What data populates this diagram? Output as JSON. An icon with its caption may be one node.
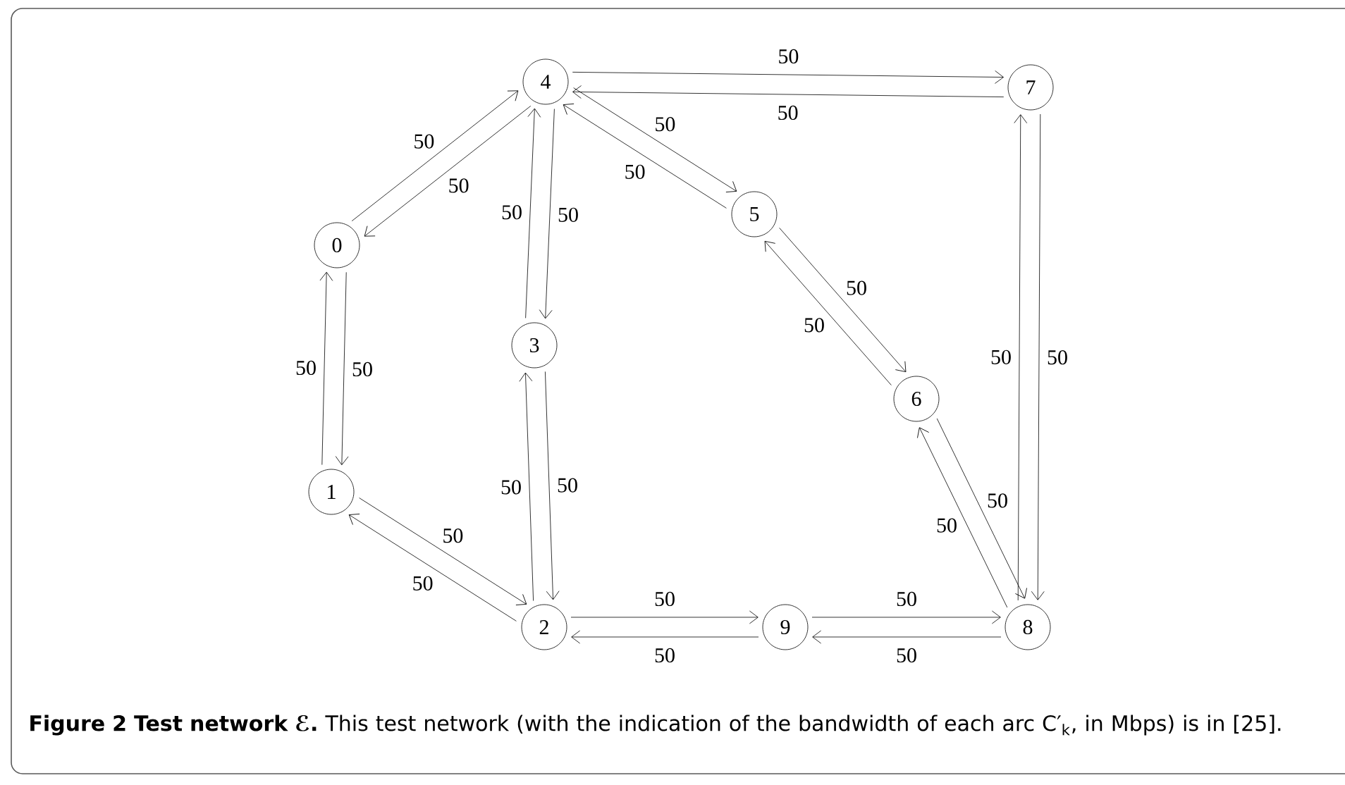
{
  "diagram": {
    "title": "Figure 2 Test network ℰ.",
    "caption": "This test network (with the indication of the bandwidth of each arc C′$_{k}$, in Mbps) is in [25].",
    "nodes": [
      {
        "text": [
          "0"
        ]
      },
      {
        "text": [
          "1"
        ]
      },
      {
        "text": [
          "2"
        ]
      },
      {
        "text": [
          "3"
        ]
      },
      {
        "text": [
          "4"
        ]
      },
      {
        "text": [
          "5"
        ]
      },
      {
        "text": [
          "6"
        ]
      },
      {
        "text": [
          "7"
        ]
      },
      {
        "text": [
          "8"
        ]
      },
      {
        "text": [
          "9"
        ]
      }
    ],
    "edges": [
      {
        "from": 0,
        "to": 4,
        "arrow": "to",
        "label": "50"
      },
      {
        "from": 4,
        "to": 0,
        "arrow": "to",
        "label": "50"
      },
      {
        "from": 1,
        "to": 0,
        "arrow": "to",
        "label": "50"
      },
      {
        "from": 0,
        "to": 1,
        "arrow": "to",
        "label": "50"
      },
      {
        "from": 3,
        "to": 4,
        "arrow": "to",
        "label": "50"
      },
      {
        "from": 4,
        "to": 3,
        "arrow": "to",
        "label": "50"
      },
      {
        "from": 4,
        "to": 7,
        "arrow": "to",
        "label": "50"
      },
      {
        "from": 7,
        "to": 4,
        "arrow": "to",
        "label": "50"
      },
      {
        "from": 4,
        "to": 5,
        "arrow": "to",
        "label": "50"
      },
      {
        "from": 5,
        "to": 4,
        "arrow": "to",
        "label": "50"
      },
      {
        "from": 5,
        "to": 6,
        "arrow": "to",
        "label": "50"
      },
      {
        "from": 6,
        "to": 5,
        "arrow": "to",
        "label": "50"
      },
      {
        "from": 8,
        "to": 7,
        "arrow": "to",
        "label": "50"
      },
      {
        "from": 7,
        "to": 8,
        "arrow": "to",
        "label": "50"
      },
      {
        "from": 1,
        "to": 2,
        "arrow": "to",
        "label": "50"
      },
      {
        "from": 2,
        "to": 1,
        "arrow": "to",
        "label": "50"
      },
      {
        "from": 2,
        "to": 3,
        "arrow": "to",
        "label": "50"
      },
      {
        "from": 3,
        "to": 2,
        "arrow": "to",
        "label": "50"
      },
      {
        "from": 6,
        "to": 8,
        "arrow": "to",
        "label": "50"
      },
      {
        "from": 8,
        "to": 6,
        "arrow": "to",
        "label": "50"
      },
      {
        "from": 2,
        "to": 9,
        "arrow": "to",
        "label": "50"
      },
      {
        "from": 9,
        "to": 2,
        "arrow": "to",
        "label": "50"
      },
      {
        "from": 9,
        "to": 8,
        "arrow": "to",
        "label": "50"
      },
      {
        "from": 8,
        "to": 9,
        "arrow": "to",
        "label": "50"
      }
    ]
  }
}
